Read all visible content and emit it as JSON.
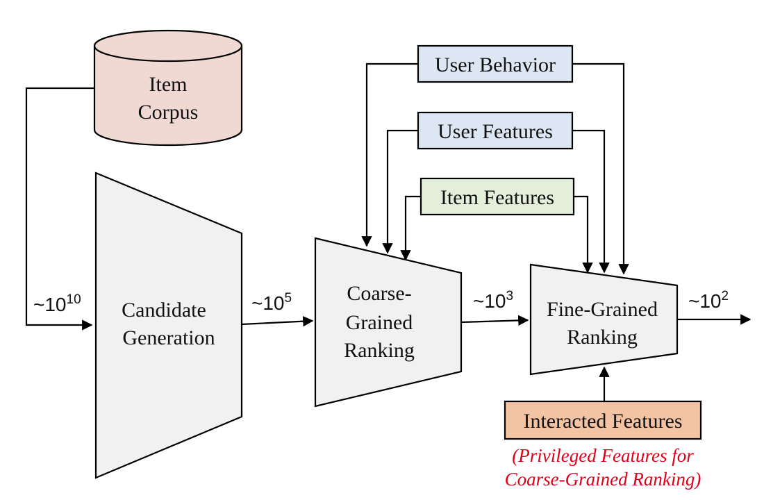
{
  "colors": {
    "item_corpus_fill": "#f0d9d2",
    "user_box_fill": "#dde7f4",
    "item_features_fill": "#e3efdb",
    "interacted_fill": "#f3c4a4",
    "stage_fill": "#f1f1f1",
    "note_color": "#e0001b"
  },
  "item_corpus": {
    "line1": "Item",
    "line2": "Corpus"
  },
  "stages": {
    "candidate_generation": {
      "line1": "Candidate",
      "line2": "Generation"
    },
    "coarse_ranking": {
      "line1": "Coarse-",
      "line2": "Grained",
      "line3": "Ranking"
    },
    "fine_ranking": {
      "line1": "Fine-Grained",
      "line2": "Ranking"
    }
  },
  "feature_boxes": {
    "user_behavior": "User Behavior",
    "user_features": "User Features",
    "item_features": "Item Features",
    "interacted_features": "Interacted Features"
  },
  "counts": {
    "corpus_to_candidate": {
      "base": "~10",
      "exp": "10"
    },
    "candidate_to_coarse": {
      "base": "~10",
      "exp": "5"
    },
    "coarse_to_fine": {
      "base": "~10",
      "exp": "3"
    },
    "fine_output": {
      "base": "~10",
      "exp": "2"
    }
  },
  "privileged_note": {
    "line1": "(Privileged Features for",
    "line2": "Coarse-Grained Ranking)"
  }
}
